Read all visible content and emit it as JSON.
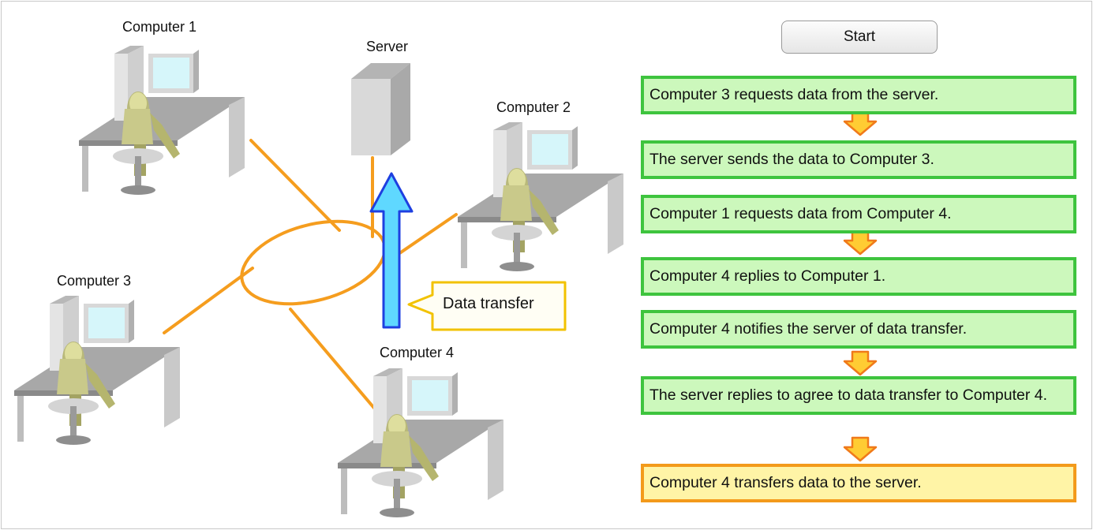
{
  "labels": {
    "computer1": "Computer 1",
    "computer2": "Computer 2",
    "computer3": "Computer 3",
    "computer4": "Computer 4",
    "server": "Server",
    "callout": "Data transfer"
  },
  "start_button": "Start",
  "steps": [
    "Computer 3 requests data from the server.",
    "The server sends the data to Computer 3.",
    "Computer 1 requests data from Computer 4.",
    "Computer 4 replies to Computer 1.",
    "Computer 4 notifies the server of data transfer.",
    "The server replies to agree to data transfer to Computer 4.",
    "Computer 4 transfers data to the server."
  ],
  "colors": {
    "network_line": "#f59d1e",
    "step_border": "#3ec43e",
    "step_fill": "#ccf8bc",
    "active_step_border": "#f39a1b",
    "active_step_fill": "#fff4a6",
    "transfer_arrow": "#5fd8ff",
    "transfer_arrow_outline": "#1e3fe0",
    "callout_border": "#f2c200"
  }
}
